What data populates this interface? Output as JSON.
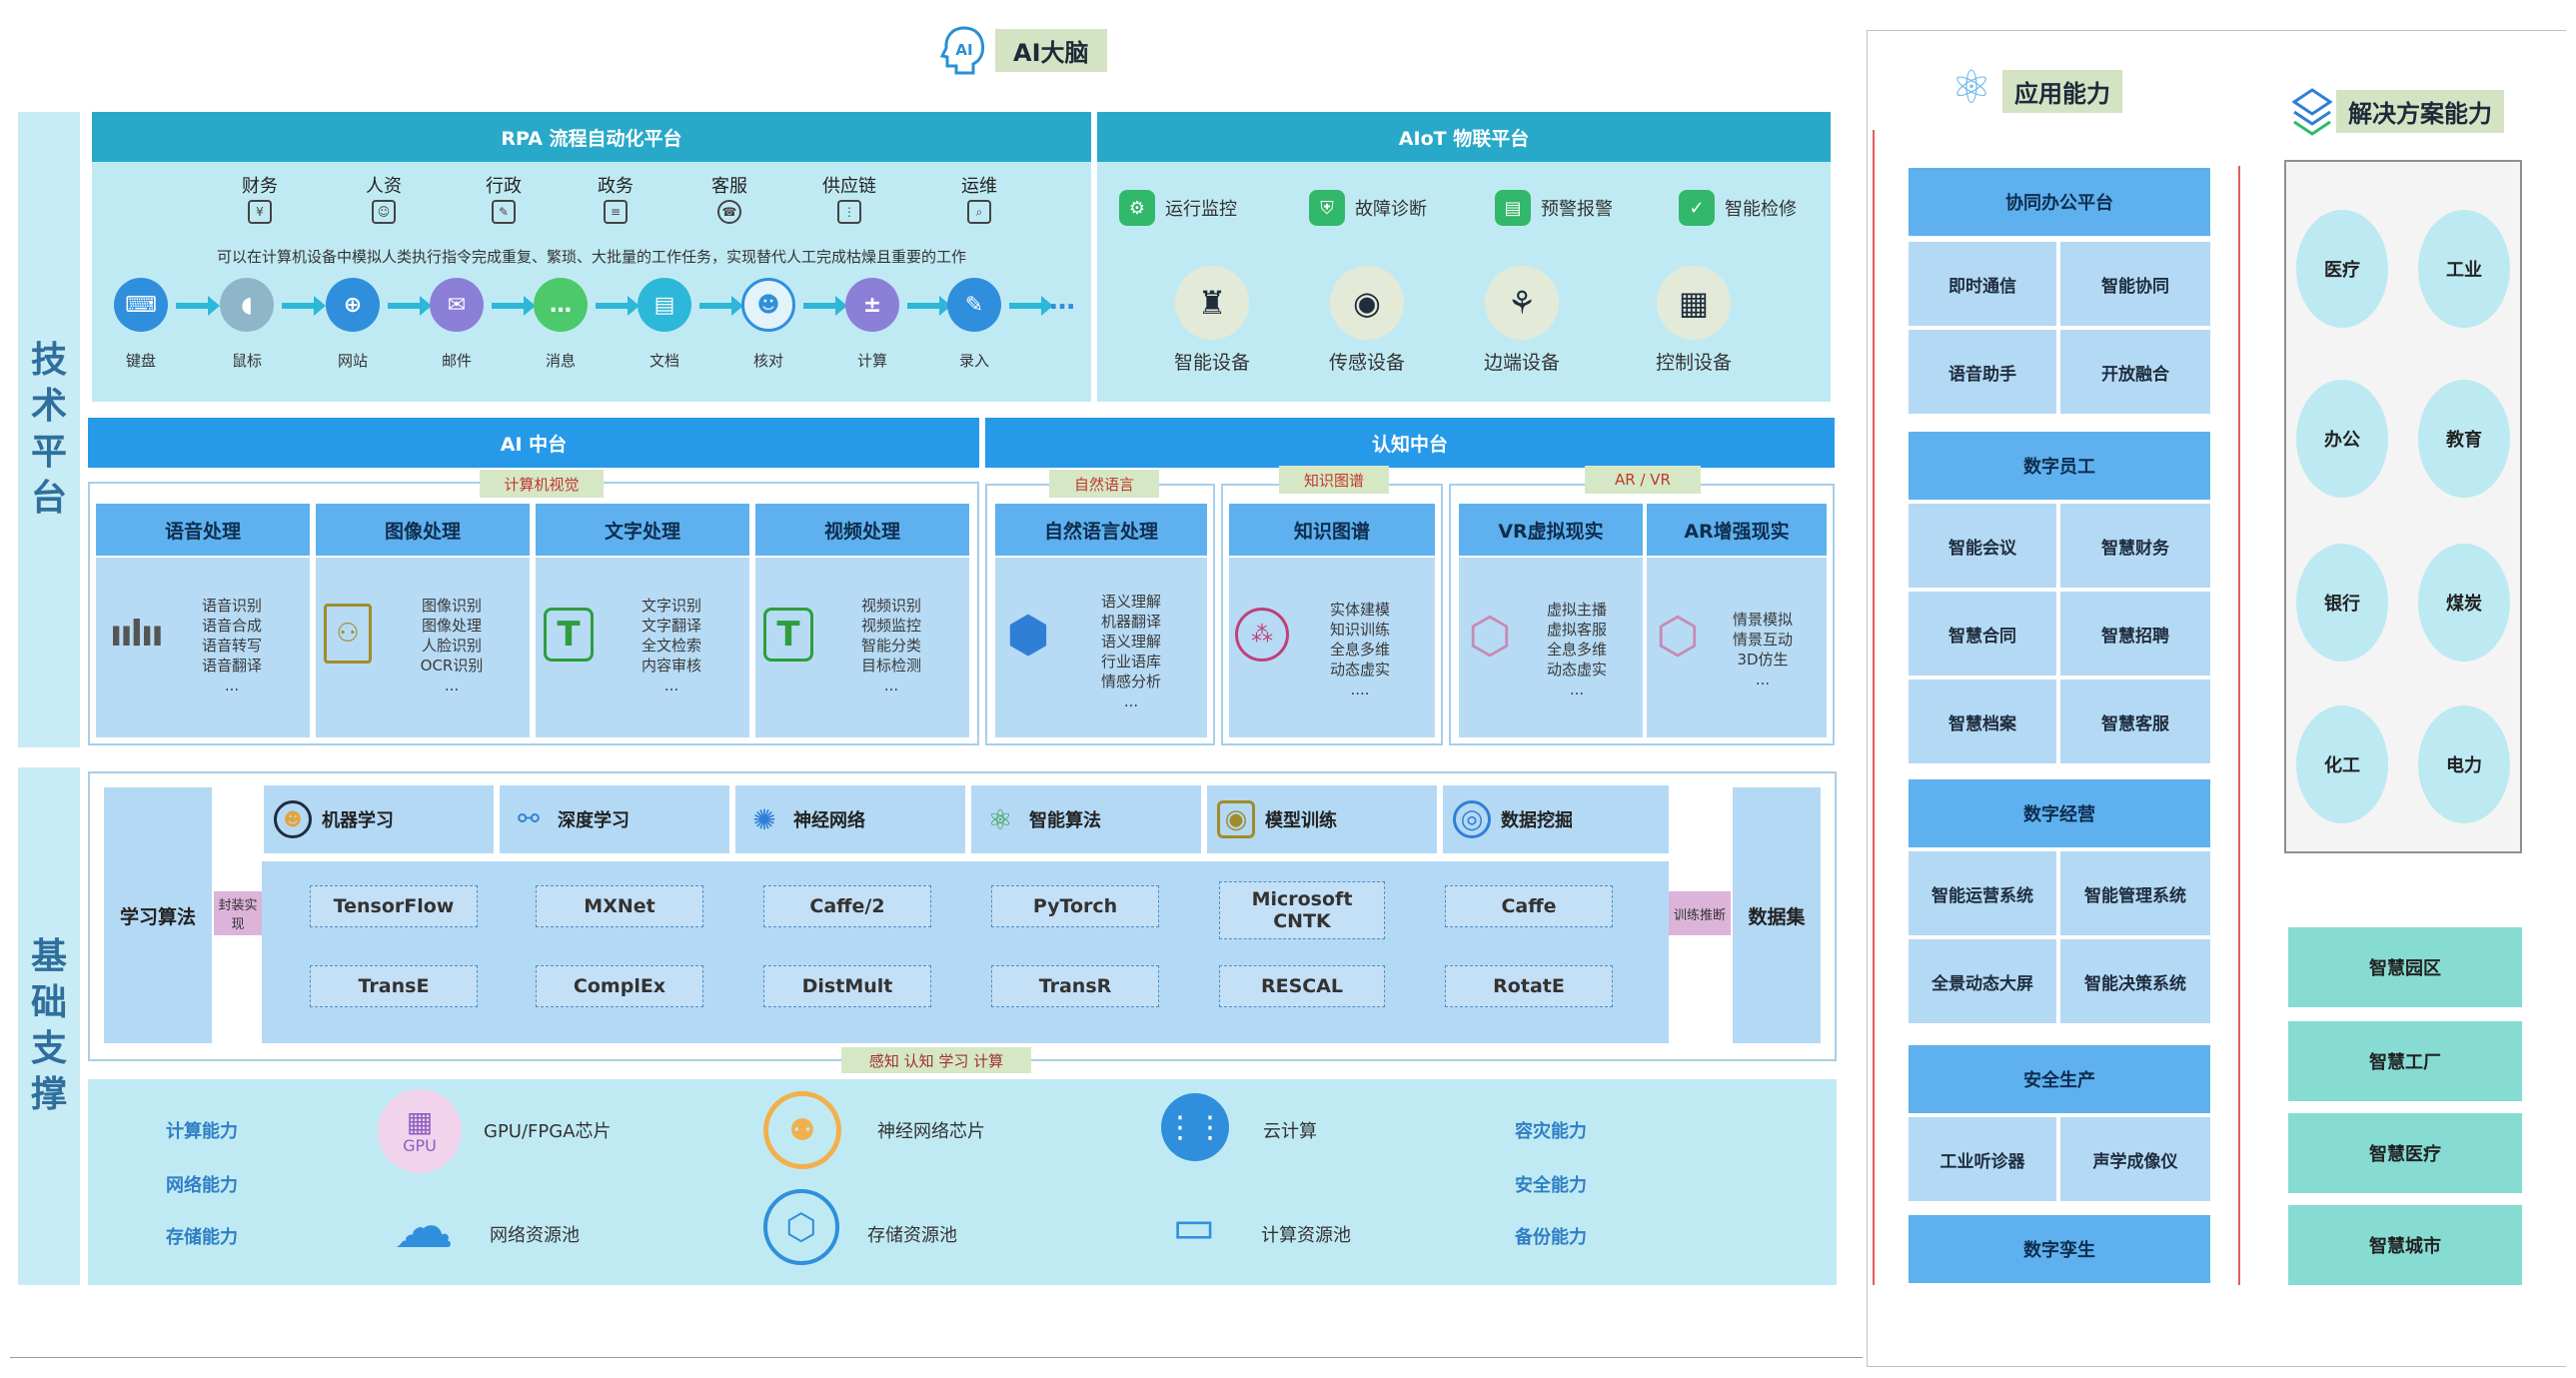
{
  "title": "AI大脑",
  "left_labels": {
    "tech": [
      "技",
      "术",
      "平",
      "台"
    ],
    "base": [
      "基",
      "础",
      "支",
      "撑"
    ]
  },
  "rpa": {
    "title": "RPA 流程自动化平台",
    "categories": [
      "财务",
      "人资",
      "行政",
      "政务",
      "客服",
      "供应链",
      "运维"
    ],
    "description": "可以在计算机设备中模拟人类执行指令完成重复、繁琐、大批量的工作任务，实现替代人工完成枯燥且重要的工作",
    "steps": [
      "键盘",
      "鼠标",
      "网站",
      "邮件",
      "消息",
      "文档",
      "核对",
      "计算",
      "录入"
    ],
    "ellipsis": "…"
  },
  "aiot": {
    "title": "AIoT 物联平台",
    "functions": [
      "运行监控",
      "故障诊断",
      "预警报警",
      "智能检修"
    ],
    "devices": [
      "智能设备",
      "传感设备",
      "边端设备",
      "控制设备"
    ]
  },
  "ai_center": {
    "title": "AI 中台",
    "tag": "计算机视觉",
    "modules": [
      {
        "name": "语音处理",
        "items": [
          "语音识别",
          "语音合成",
          "语音转写",
          "语音翻译",
          "..."
        ]
      },
      {
        "name": "图像处理",
        "items": [
          "图像识别",
          "图像处理",
          "人脸识别",
          "OCR识别",
          "..."
        ]
      },
      {
        "name": "文字处理",
        "items": [
          "文字识别",
          "文字翻译",
          "全文检索",
          "内容审核",
          "..."
        ]
      },
      {
        "name": "视频处理",
        "items": [
          "视频识别",
          "视频监控",
          "智能分类",
          "目标检测",
          "..."
        ]
      }
    ]
  },
  "cognitive": {
    "title": "认知中台",
    "tags": [
      "自然语言",
      "知识图谱",
      "AR / VR"
    ],
    "modules": [
      {
        "name": "自然语言处理",
        "items": [
          "语义理解",
          "机器翻译",
          "语义理解",
          "行业语库",
          "情感分析",
          "..."
        ]
      },
      {
        "name": "知识图谱",
        "items": [
          "实体建模",
          "知识训练",
          "全息多维",
          "动态虚实",
          "...."
        ]
      },
      {
        "name": "VR虚拟现实",
        "items": [
          "虚拟主播",
          "虚拟客服",
          "全息多维",
          "动态虚实",
          "..."
        ]
      },
      {
        "name": "AR增强现实",
        "items": [
          "情景模拟",
          "情景互动",
          "3D仿生",
          "..."
        ]
      }
    ]
  },
  "learning": {
    "left": "学习算法",
    "left_arrow": "封装实现",
    "right": "数据集",
    "right_arrow": "训练推断",
    "tabs": [
      "机器学习",
      "深度学习",
      "神经网络",
      "智能算法",
      "模型训练",
      "数据挖掘"
    ],
    "frameworks": [
      "TensorFlow",
      "MXNet",
      "Caffe/2",
      "PyTorch",
      "Microsoft CNTK",
      "Caffe"
    ],
    "models": [
      "TransE",
      "ComplEx",
      "DistMult",
      "TransR",
      "RESCAL",
      "RotatE"
    ],
    "footer_tag": "感知 认知 学习 计算"
  },
  "infra": {
    "left_caps": [
      "计算能力",
      "网络能力",
      "存储能力"
    ],
    "right_caps": [
      "容灾能力",
      "安全能力",
      "备份能力"
    ],
    "gpu_badge": "GPU",
    "items": [
      "GPU/FPGA芯片",
      "神经网络芯片",
      "云计算",
      "网络资源池",
      "存储资源池",
      "计算资源池"
    ]
  },
  "app": {
    "title": "应用能力",
    "groups": [
      {
        "head": "协同办公平台",
        "cells": [
          "即时通信",
          "智能协同",
          "语音助手",
          "开放融合"
        ]
      },
      {
        "head": "数字员工",
        "cells": [
          "智能会议",
          "智慧财务",
          "智慧合同",
          "智慧招聘",
          "智慧档案",
          "智慧客服"
        ]
      },
      {
        "head": "数字经营",
        "cells": [
          "智能运营系统",
          "智能管理系统",
          "全景动态大屏",
          "智能决策系统"
        ]
      },
      {
        "head": "安全生产",
        "cells": [
          "工业听诊器",
          "声学成像仪"
        ]
      },
      {
        "head": "数字孪生",
        "cells": []
      }
    ]
  },
  "solution": {
    "title": "解决方案能力",
    "circles": [
      "医疗",
      "工业",
      "办公",
      "教育",
      "银行",
      "煤炭",
      "化工",
      "电力"
    ],
    "boxes": [
      "智慧园区",
      "智慧工厂",
      "智慧医疗",
      "智慧城市"
    ]
  }
}
